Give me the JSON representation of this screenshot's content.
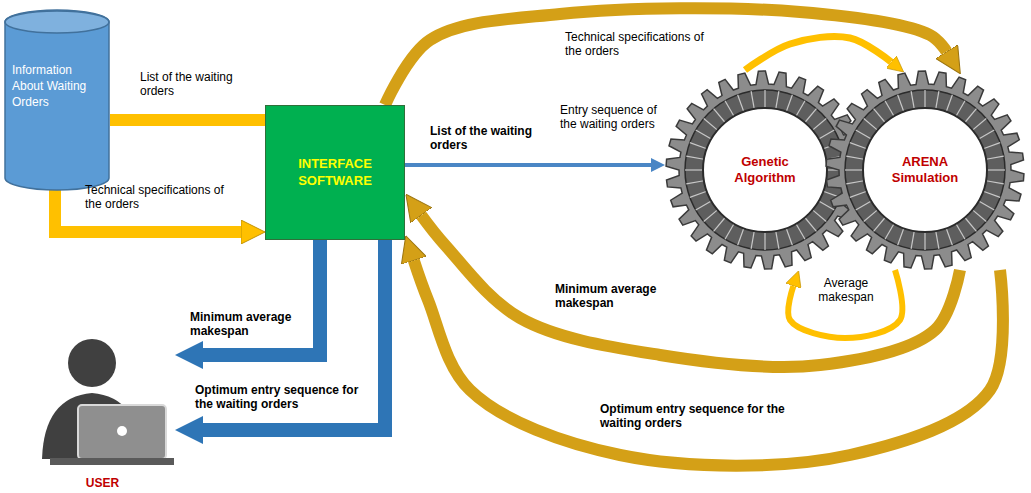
{
  "diagram": {
    "nodes": [
      {
        "text": [
          "Information About Waiting Orders"
        ]
      },
      {
        "text": [
          "INTERFACE SOFTWARE"
        ]
      },
      {
        "text": [
          "Genetic Algorithm"
        ]
      },
      {
        "text": [
          "ARENA Simulation"
        ]
      },
      {
        "text": [
          "USER"
        ]
      }
    ],
    "edges": [
      {
        "from": 0,
        "to": 1,
        "label": "List of the waiting orders",
        "arrow": "to"
      },
      {
        "from": 0,
        "to": 1,
        "label": "Technical specifications of the orders",
        "arrow": "to"
      },
      {
        "from": 1,
        "to": 3,
        "label": "Technical specifications of the orders",
        "arrow": "to"
      },
      {
        "from": 2,
        "to": 3,
        "label": "Entry sequence of the waiting orders",
        "arrow": "to"
      },
      {
        "from": 1,
        "to": 2,
        "label": "List of the waiting orders",
        "arrow": "to"
      },
      {
        "from": 3,
        "to": 2,
        "label": "Average makespan",
        "arrow": "to"
      },
      {
        "from": 1,
        "to": 4,
        "label": "Minimum average makespan",
        "arrow": "to"
      },
      {
        "from": 1,
        "to": 4,
        "label": "Optimum entry sequence for the waiting orders",
        "arrow": "to"
      },
      {
        "from": 3,
        "to": 1,
        "label": "Minimum average makespan",
        "arrow": "to"
      },
      {
        "from": 3,
        "to": 1,
        "label": "Optimum entry sequence for the waiting orders",
        "arrow": "to"
      }
    ]
  }
}
